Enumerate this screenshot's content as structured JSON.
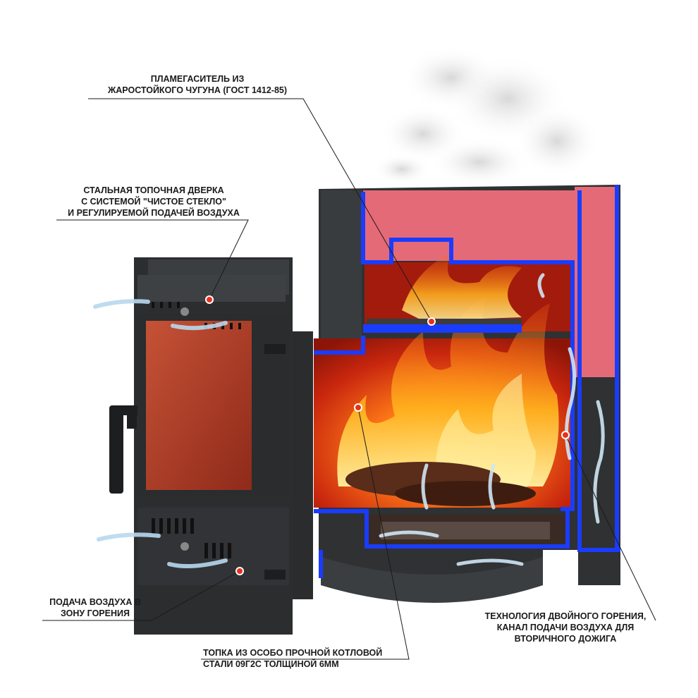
{
  "labels": {
    "flame_arrester": {
      "line1": "ПЛАМЕГАСИТЕЛЬ ИЗ",
      "line2": "ЖАРОСТОЙКОГО ЧУГУНА (ГОСТ 1412-85)"
    },
    "door": {
      "line1": "СТАЛЬНАЯ ТОПОЧНАЯ ДВЕРКА",
      "line2": "С СИСТЕМОЙ \"ЧИСТОЕ СТЕКЛО\"",
      "line3": "И РЕГУЛИРУЕМОЙ ПОДАЧЕЙ ВОЗДУХА"
    },
    "air_supply": {
      "line1": "ПОДАЧА ВОЗДУХА В",
      "line2": "ЗОНУ ГОРЕНИЯ"
    },
    "firebox": {
      "line1": "ТОПКА ИЗ ОСОБО ПРОЧНОЙ КОТЛОВОЙ",
      "line2": "СТАЛИ 09Г2С ТОЛЩИНОЙ 6мм"
    },
    "double_burning": {
      "line1": "ТЕХНОЛОГИЯ ДВОЙНОГО ГОРЕНИЯ,",
      "line2": "КАНАЛ ПОДАЧИ ВОЗДУХА ДЛЯ",
      "line3": "ВТОРИЧНОГО ДОЖИГА"
    }
  },
  "colors": {
    "steel": "#2f3133",
    "steel_light": "#4a4d50",
    "glass": "#b5432c",
    "firebox_bg": "#b01e10",
    "channel_blue": "#1a3cff",
    "stone": "#f2b3b8",
    "stone_dark": "#e05060",
    "flame": "#ff9a1a",
    "airflow": "#cfe6f5",
    "marker": "#e8301c",
    "leader": "#1a1a1a"
  }
}
